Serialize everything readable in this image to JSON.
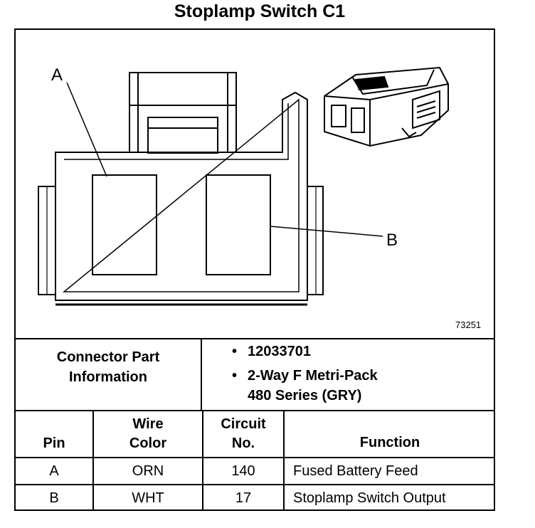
{
  "title": "Stoplamp Switch C1",
  "diagram": {
    "figure_number": "73251",
    "callouts": {
      "a": "A",
      "b": "B"
    }
  },
  "connector_info": {
    "label_line1": "Connector Part",
    "label_line2": "Information",
    "bullet": "•",
    "part_number": "12033701",
    "description_line1": "2-Way F Metri-Pack",
    "description_line2": "480 Series (GRY)"
  },
  "table": {
    "headers": {
      "pin": "Pin",
      "wire_color_line1": "Wire",
      "wire_color_line2": "Color",
      "circuit_line1": "Circuit",
      "circuit_line2": "No.",
      "function": "Function"
    },
    "rows": [
      {
        "pin": "A",
        "wire_color": "ORN",
        "circuit": "140",
        "function": "Fused Battery Feed"
      },
      {
        "pin": "B",
        "wire_color": "WHT",
        "circuit": "17",
        "function": "Stoplamp Switch Output"
      }
    ]
  }
}
